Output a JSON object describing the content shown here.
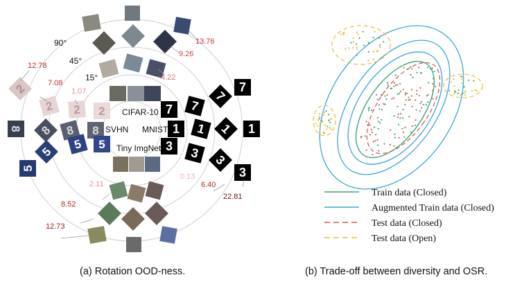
{
  "panel_a": {
    "caption": "(a) Rotation OOD-ness.",
    "angles": [
      "90°",
      "45°",
      "15°"
    ],
    "datasets": [
      "CIFAR-10",
      "SVHN",
      "MNIST",
      "Tiny ImgNet"
    ],
    "ood_values": [
      {
        "text": "13.76",
        "color": "#d03030"
      },
      {
        "text": "9.26",
        "color": "#d04040"
      },
      {
        "text": "4.22",
        "color": "#e07070"
      },
      {
        "text": "12.78",
        "color": "#c02020"
      },
      {
        "text": "7.08",
        "color": "#d03030"
      },
      {
        "text": "1.07",
        "color": "#f09090"
      },
      {
        "text": "0.13",
        "color": "#f3b0b0"
      },
      {
        "text": "6.40",
        "color": "#c02020"
      },
      {
        "text": "22.81",
        "color": "#7a1010"
      },
      {
        "text": "2.11",
        "color": "#e89090"
      },
      {
        "text": "8.52",
        "color": "#c02020"
      },
      {
        "text": "12.73",
        "color": "#a01818"
      }
    ],
    "mnist_digits": [
      "7",
      "7",
      "7",
      "7",
      "1",
      "1",
      "1",
      "1",
      "3",
      "3",
      "3",
      "3"
    ],
    "svhn_digits": [
      "2",
      "2",
      "2",
      "2",
      "8",
      "8",
      "8",
      "8",
      "5",
      "5",
      "5",
      "5"
    ]
  },
  "panel_b": {
    "caption": "(b) Trade-off between diversity and OSR.",
    "legend": [
      {
        "label": "Train data (Closed)",
        "color": "#3aa77a",
        "dashed": false
      },
      {
        "label": "Augmented Train data (Closed)",
        "color": "#39a6dc",
        "dashed": false
      },
      {
        "label": "Test data (Closed)",
        "color": "#e0504a",
        "dashed": true
      },
      {
        "label": "Test data (Open)",
        "color": "#e8c030",
        "dashed": true
      }
    ]
  }
}
